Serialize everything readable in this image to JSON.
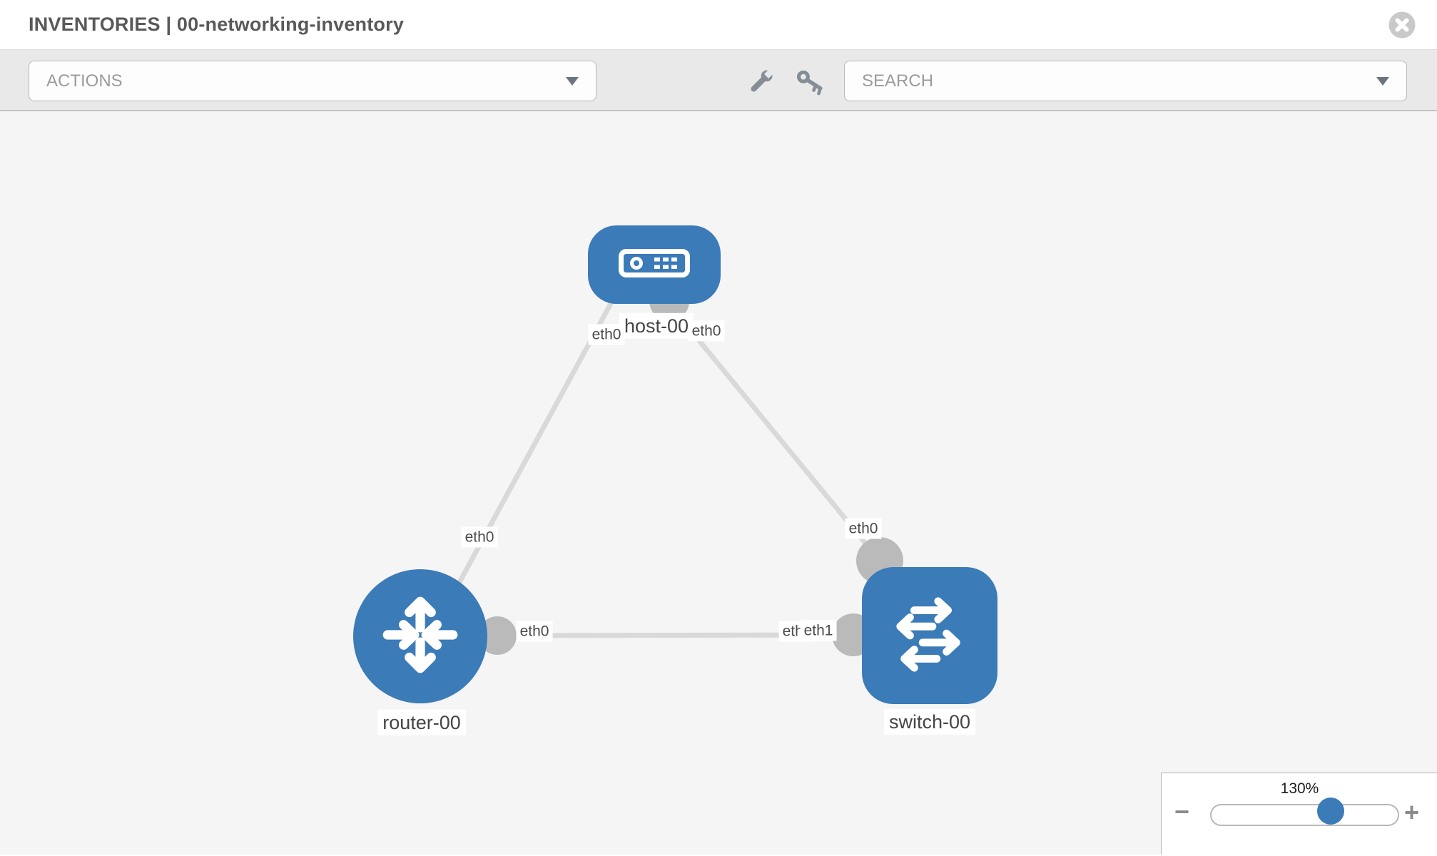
{
  "header": {
    "title": "INVENTORIES | 00-networking-inventory"
  },
  "toolbar": {
    "actions": {
      "label": "ACTIONS"
    },
    "search": {
      "label": "SEARCH"
    },
    "tools": [
      "wrench-icon",
      "key-icon"
    ]
  },
  "topology": {
    "nodes": {
      "host": {
        "label": "host-00",
        "type": "host"
      },
      "router": {
        "label": "router-00",
        "type": "router"
      },
      "switch": {
        "label": "switch-00",
        "type": "switch"
      }
    },
    "links": [
      {
        "from": "host-00",
        "to": "router-00"
      },
      {
        "from": "host-00",
        "to": "switch-00"
      },
      {
        "from": "router-00",
        "to": "switch-00"
      }
    ],
    "interfaces": {
      "host_to_router_host_end": "eth0",
      "host_to_router_router_end": "eth0",
      "host_to_switch_host_end": "eth0",
      "host_to_switch_switch_end": "eth0",
      "router_to_switch_router_end": "eth0",
      "router_to_switch_switch_end_back": "eth0",
      "router_to_switch_switch_end_front": "eth1"
    }
  },
  "zoom_control": {
    "level": "130%",
    "minus_icon": "−",
    "plus_icon": "+"
  },
  "icons": {
    "caret": "▼",
    "close": "x-circle"
  },
  "colors": {
    "node_blue": "#3b7bb8",
    "link_gray": "#d9d9d9",
    "port_gray": "#bababa",
    "canvas_bg": "#f5f5f6",
    "toolbar_bg": "#e9e9e9"
  }
}
